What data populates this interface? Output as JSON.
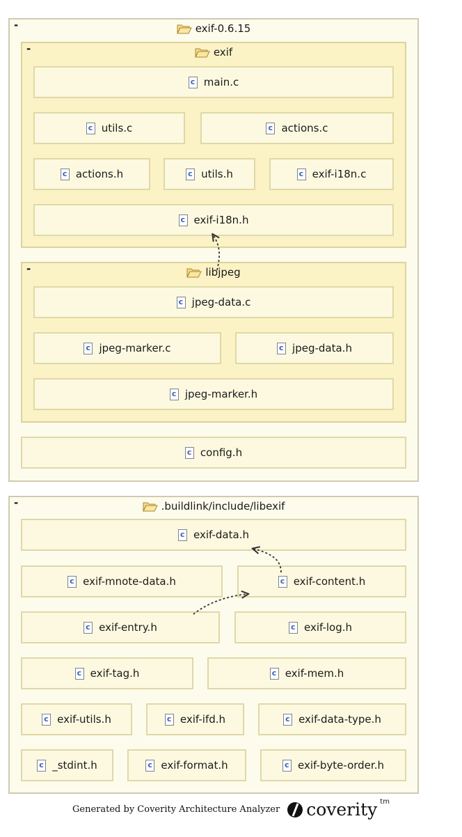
{
  "packages": {
    "exif_root": {
      "title": "exif-0.6.15",
      "collapse": "-"
    },
    "exif": {
      "title": "exif",
      "collapse": "-"
    },
    "libjpeg": {
      "title": "libjpeg",
      "collapse": "-"
    },
    "buildlink": {
      "title": ".buildlink/include/libexif",
      "collapse": "-"
    }
  },
  "files": {
    "main_c": "main.c",
    "utils_c": "utils.c",
    "actions_c": "actions.c",
    "actions_h": "actions.h",
    "utils_h": "utils.h",
    "exif_i18n_c": "exif-i18n.c",
    "exif_i18n_h": "exif-i18n.h",
    "jpeg_data_c": "jpeg-data.c",
    "jpeg_marker_c": "jpeg-marker.c",
    "jpeg_data_h": "jpeg-data.h",
    "jpeg_marker_h": "jpeg-marker.h",
    "config_h": "config.h",
    "exif_data_h": "exif-data.h",
    "exif_mnote_data_h": "exif-mnote-data.h",
    "exif_content_h": "exif-content.h",
    "exif_entry_h": "exif-entry.h",
    "exif_log_h": "exif-log.h",
    "exif_tag_h": "exif-tag.h",
    "exif_mem_h": "exif-mem.h",
    "exif_utils_h": "exif-utils.h",
    "exif_ifd_h": "exif-ifd.h",
    "exif_data_type_h": "exif-data-type.h",
    "stdint_h": "_stdint.h",
    "exif_format_h": "exif-format.h",
    "exif_byte_order_h": "exif-byte-order.h"
  },
  "dependencies": [
    {
      "from": "libjpeg",
      "to": "exif_i18n_h"
    },
    {
      "from": "exif_content_h",
      "to": "exif_data_h"
    },
    {
      "from": "exif_entry_h",
      "to": "exif_content_h"
    }
  ],
  "footer": {
    "generated_by": "Generated by Coverity Architecture Analyzer",
    "brand": "coverity",
    "trademark": "tm"
  },
  "colors": {
    "package_fill": "#fbf3c6",
    "outer_fill": "#fdfbec",
    "file_fill": "#fdf9e0",
    "arrow": "#333333",
    "file_icon_letter": "#3a62b5"
  },
  "icons": {
    "package": "open-folder-icon",
    "file": "c-source-file-icon",
    "brand": "coverity-logo-icon"
  }
}
